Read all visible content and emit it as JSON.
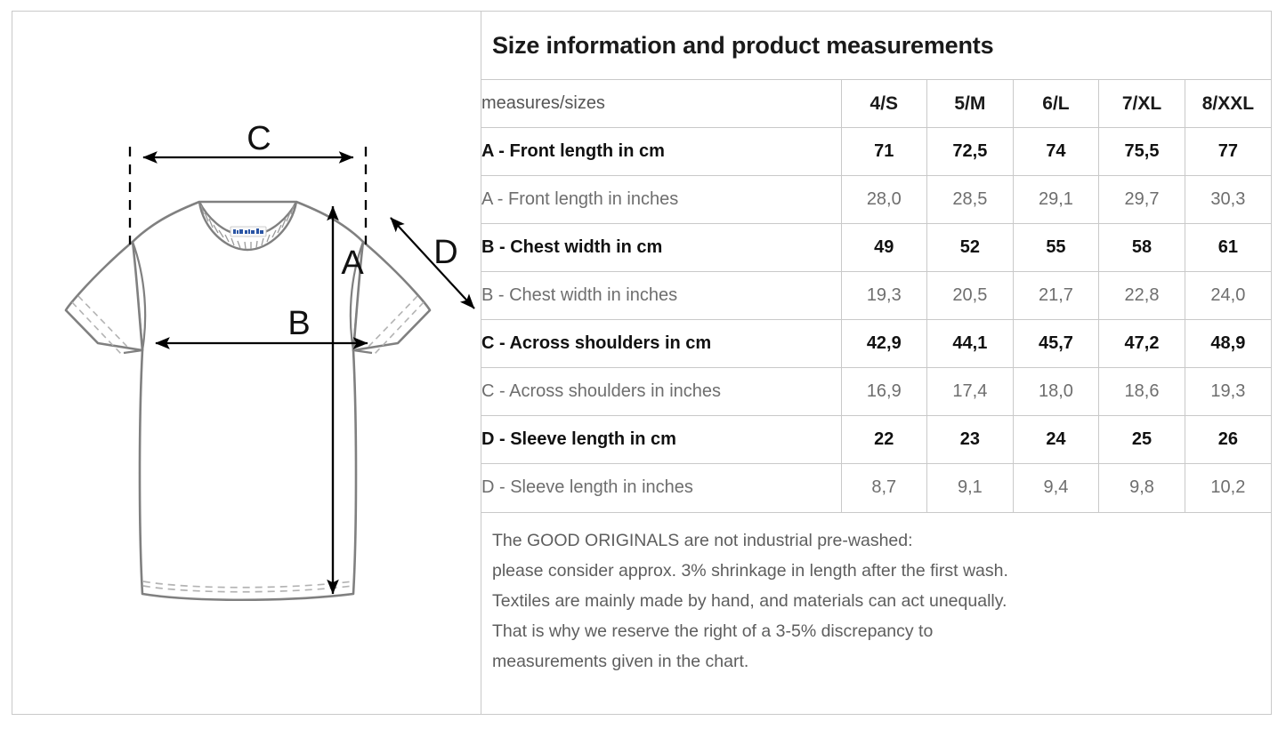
{
  "chart_data": {
    "type": "table",
    "title": "Size information and product measurements",
    "columns": [
      "measures/sizes",
      "4/S",
      "5/M",
      "6/L",
      "7/XL",
      "8/XXL"
    ],
    "sizes": [
      "4/S",
      "5/M",
      "6/L",
      "7/XL",
      "8/XXL"
    ],
    "rows": [
      {
        "label": "A - Front length in cm",
        "unit": "cm",
        "emphasis": "bold",
        "values": [
          "71",
          "72,5",
          "74",
          "75,5",
          "77"
        ]
      },
      {
        "label": "A - Front length in inches",
        "unit": "inches",
        "emphasis": "light",
        "values": [
          "28,0",
          "28,5",
          "29,1",
          "29,7",
          "30,3"
        ]
      },
      {
        "label": "B - Chest width in cm",
        "unit": "cm",
        "emphasis": "bold",
        "values": [
          "49",
          "52",
          "55",
          "58",
          "61"
        ]
      },
      {
        "label": "B - Chest width in inches",
        "unit": "inches",
        "emphasis": "light",
        "values": [
          "19,3",
          "20,5",
          "21,7",
          "22,8",
          "24,0"
        ]
      },
      {
        "label": "C - Across shoulders in cm",
        "unit": "cm",
        "emphasis": "bold",
        "values": [
          "42,9",
          "44,1",
          "45,7",
          "47,2",
          "48,9"
        ]
      },
      {
        "label": "C - Across shoulders in inches",
        "unit": "inches",
        "emphasis": "light",
        "values": [
          "16,9",
          "17,4",
          "18,0",
          "18,6",
          "19,3"
        ]
      },
      {
        "label": "D - Sleeve length in cm",
        "unit": "cm",
        "emphasis": "bold",
        "values": [
          "22",
          "23",
          "24",
          "25",
          "26"
        ]
      },
      {
        "label": "D - Sleeve length in inches",
        "unit": "inches",
        "emphasis": "light",
        "values": [
          "8,7",
          "9,1",
          "9,4",
          "9,8",
          "10,2"
        ]
      }
    ],
    "footnote": "The GOOD ORIGINALS are not industrial pre-washed:\nplease consider approx. 3% shrinkage in length after the first wash.\nTextiles are mainly made by hand, and materials can act unequally.\nThat is why we reserve the right of a 3-5% discrepancy to\nmeasurements given in the chart."
  },
  "header": {
    "title": "Size information and product measurements"
  },
  "table": {
    "label_header": "measures/sizes",
    "size_headers": [
      "4/S",
      "5/M",
      "6/L",
      "7/XL",
      "8/XXL"
    ],
    "rows": [
      {
        "label": "A - Front length in cm",
        "values": [
          "71",
          "72,5",
          "74",
          "75,5",
          "77"
        ]
      },
      {
        "label": "A - Front length in inches",
        "values": [
          "28,0",
          "28,5",
          "29,1",
          "29,7",
          "30,3"
        ]
      },
      {
        "label": "B - Chest width in cm",
        "values": [
          "49",
          "52",
          "55",
          "58",
          "61"
        ]
      },
      {
        "label": "B - Chest width in inches",
        "values": [
          "19,3",
          "20,5",
          "21,7",
          "22,8",
          "24,0"
        ]
      },
      {
        "label": "C - Across shoulders in cm",
        "values": [
          "42,9",
          "44,1",
          "45,7",
          "47,2",
          "48,9"
        ]
      },
      {
        "label": "C - Across shoulders in inches",
        "values": [
          "16,9",
          "17,4",
          "18,0",
          "18,6",
          "19,3"
        ]
      },
      {
        "label": "D - Sleeve length in cm",
        "values": [
          "22",
          "23",
          "24",
          "25",
          "26"
        ]
      },
      {
        "label": "D - Sleeve length in inches",
        "values": [
          "8,7",
          "9,1",
          "9,4",
          "9,8",
          "10,2"
        ]
      }
    ]
  },
  "footnote": {
    "text": "The GOOD ORIGINALS are not industrial pre-washed:\nplease consider approx. 3% shrinkage in length after the first wash.\nTextiles are mainly made by hand, and materials can act unequally.\nThat is why we reserve the right of a 3-5% discrepancy to\nmeasurements given in the chart."
  },
  "diagram": {
    "description": "t-shirt-technical-drawing",
    "labels": {
      "a": "A",
      "b": "B",
      "c": "C",
      "d": "D"
    },
    "label_meanings": {
      "a": "front length",
      "b": "chest width",
      "c": "across shoulders",
      "d": "sleeve length"
    },
    "colors": {
      "garment_outline": "#808080",
      "dimension_line": "#000000",
      "stitch_line": "#b3b3b3",
      "neck_label": "#2a55a5",
      "frame_border": "#c9c9c9"
    }
  }
}
